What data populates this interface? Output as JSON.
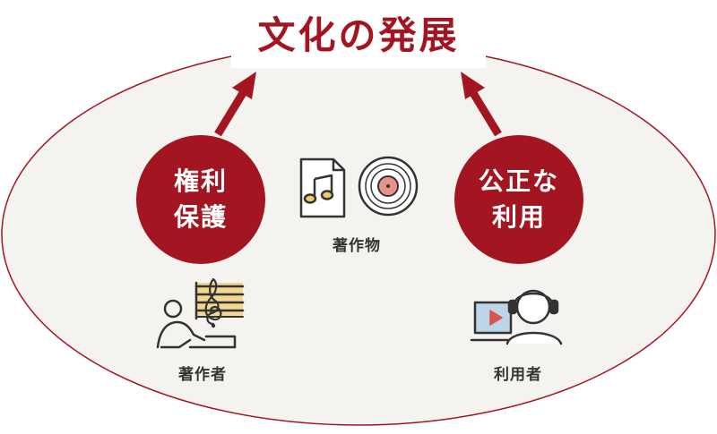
{
  "title": "文化の発展",
  "badges": {
    "rights_protection": {
      "line1": "権利",
      "line2": "保護"
    },
    "fair_use": {
      "line1": "公正な",
      "line2": "利用"
    }
  },
  "labels": {
    "works": "著作物",
    "author": "著作者",
    "user": "利用者"
  },
  "colors": {
    "accent": "#a31521",
    "ellipse_fill": "#f5f3ef",
    "icon_stroke": "#333333",
    "note_yellow": "#f2c96a",
    "disc_center": "#e8928c",
    "screen_blue": "#bcd5e8",
    "play_red": "#d9534f"
  },
  "icons": {
    "music_file": "music-file-icon",
    "record": "vinyl-record-icon",
    "composer": "composer-icon",
    "listener": "listener-icon"
  }
}
